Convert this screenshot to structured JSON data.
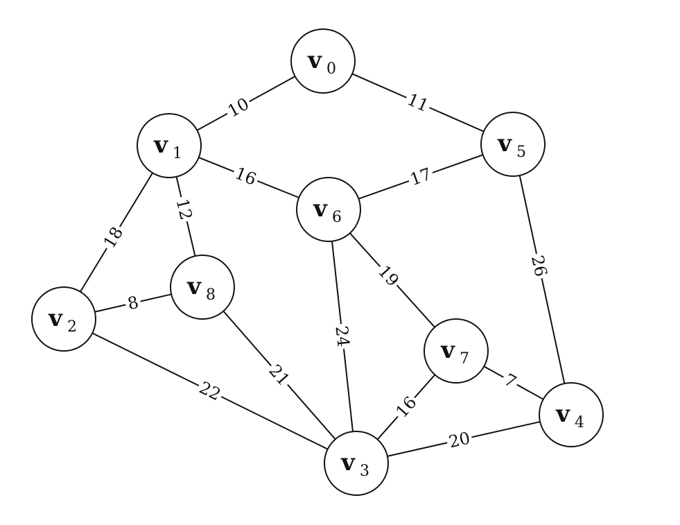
{
  "graph": {
    "nodes": [
      {
        "id": "v0",
        "label": "v",
        "subscript": "0"
      },
      {
        "id": "v1",
        "label": "v",
        "subscript": "1"
      },
      {
        "id": "v2",
        "label": "v",
        "subscript": "2"
      },
      {
        "id": "v3",
        "label": "v",
        "subscript": "3"
      },
      {
        "id": "v4",
        "label": "v",
        "subscript": "4"
      },
      {
        "id": "v5",
        "label": "v",
        "subscript": "5"
      },
      {
        "id": "v6",
        "label": "v",
        "subscript": "6"
      },
      {
        "id": "v7",
        "label": "v",
        "subscript": "7"
      },
      {
        "id": "v8",
        "label": "v",
        "subscript": "8"
      }
    ],
    "edges": [
      {
        "from": "v0",
        "to": "v1",
        "weight": "10"
      },
      {
        "from": "v0",
        "to": "v5",
        "weight": "11"
      },
      {
        "from": "v1",
        "to": "v6",
        "weight": "16"
      },
      {
        "from": "v5",
        "to": "v6",
        "weight": "17"
      },
      {
        "from": "v1",
        "to": "v2",
        "weight": "18"
      },
      {
        "from": "v1",
        "to": "v8",
        "weight": "12"
      },
      {
        "from": "v2",
        "to": "v8",
        "weight": "8"
      },
      {
        "from": "v2",
        "to": "v3",
        "weight": "22"
      },
      {
        "from": "v8",
        "to": "v3",
        "weight": "21"
      },
      {
        "from": "v6",
        "to": "v3",
        "weight": "24"
      },
      {
        "from": "v6",
        "to": "v7",
        "weight": "19"
      },
      {
        "from": "v5",
        "to": "v4",
        "weight": "26"
      },
      {
        "from": "v7",
        "to": "v4",
        "weight": "7"
      },
      {
        "from": "v7",
        "to": "v3",
        "weight": "16"
      },
      {
        "from": "v3",
        "to": "v4",
        "weight": "20"
      }
    ]
  }
}
